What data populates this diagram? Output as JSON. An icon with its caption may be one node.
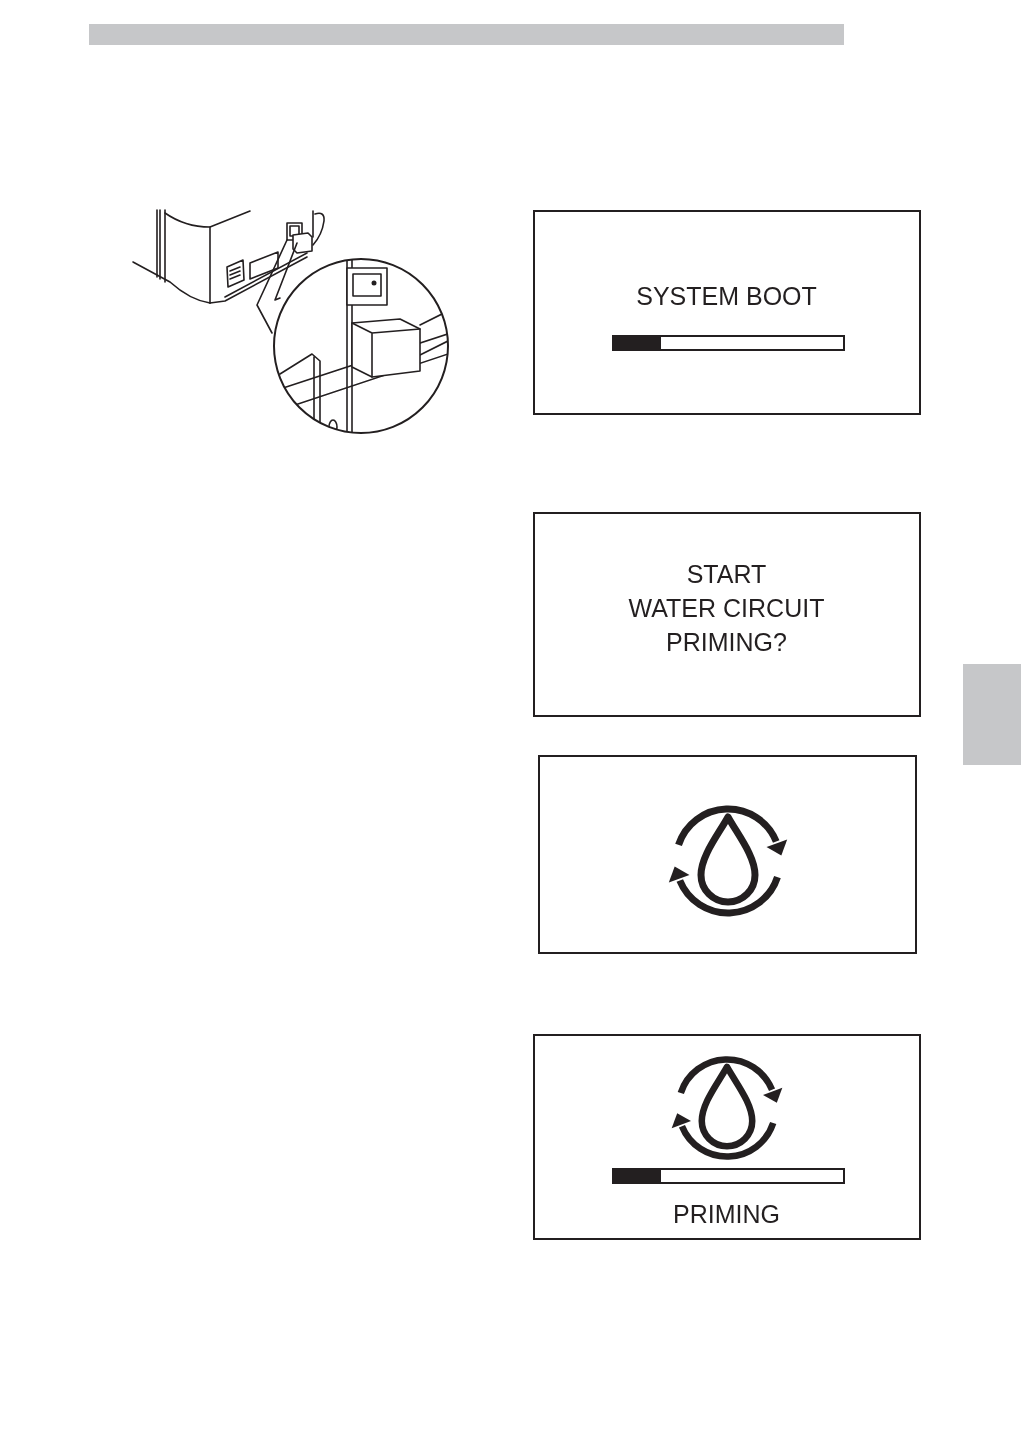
{
  "diagram": {
    "nodes": [
      {
        "text": [
          "SYSTEM BOOT"
        ]
      },
      {
        "text": [
          "START WATER CIRCUIT PRIMING?"
        ]
      },
      {
        "text": [],
        "shape": "box"
      },
      {
        "text": [
          "PRIMING"
        ]
      },
      {
        "text": [],
        "shape": "box"
      }
    ]
  }
}
